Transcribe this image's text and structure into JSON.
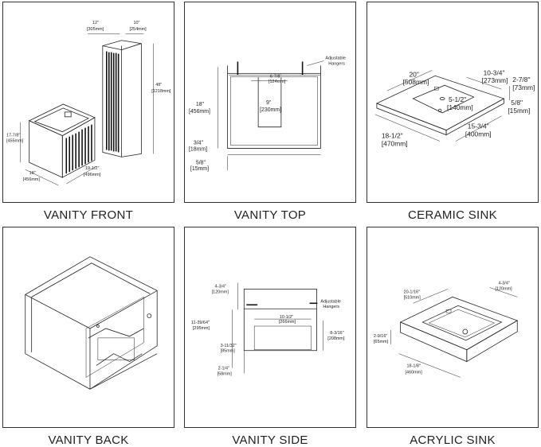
{
  "panels": {
    "vanity_front": {
      "caption": "VANITY FRONT",
      "dims": {
        "cab_width_in": "12\"",
        "cab_width_mm": "[305mm]",
        "cab_depth_in": "10\"",
        "cab_depth_mm": "[254mm]",
        "cab_height_in": "48\"",
        "cab_height_mm": "[1218mm]",
        "van_height_in": "17-7/8\"",
        "van_height_mm": "[455mm]",
        "van_width_in": "18\"",
        "van_width_mm": "[456mm]",
        "van_depth_in": "19-1/2\"",
        "van_depth_mm": "[496mm]"
      }
    },
    "vanity_top": {
      "caption": "VANITY TOP",
      "hangers_line1": "Adjustable",
      "hangers_line2": "Hangers",
      "dims": {
        "inner_in": "6-7/8\"",
        "inner_mm": "[124mm]",
        "notch_in": "9\"",
        "notch_mm": "[230mm]",
        "height_in": "18\"",
        "height_mm": "[456mm]",
        "base_in": "3/4\"",
        "base_mm": "[18mm]",
        "foot_in": "5/8\"",
        "foot_mm": "[15mm]"
      }
    },
    "ceramic_sink": {
      "caption": "CERAMIC SINK",
      "dims": {
        "width_in": "20\"",
        "width_mm": "[508mm]",
        "bowl_w_in": "10-3/4\"",
        "bowl_w_mm": "[273mm]",
        "height_in": "2-7/8\"",
        "height_mm": "[73mm]",
        "bowl_d_in": "5-1/2\"",
        "bowl_d_mm": "[140mm]",
        "rim_in": "5/8\"",
        "rim_mm": "[15mm]",
        "bowl_l_in": "15-3/4\"",
        "bowl_l_mm": "[400mm]",
        "depth_in": "18-1/2\"",
        "depth_mm": "[470mm]"
      }
    },
    "vanity_back": {
      "caption": "VANITY BACK"
    },
    "vanity_side": {
      "caption": "VANITY SIDE",
      "hangers_line1": "Adjustable",
      "hangers_line2": "Hangers",
      "dims": {
        "top_in": "4-3/4\"",
        "top_mm": "[120mm]",
        "height_in": "11-39/64\"",
        "height_mm": "[295mm]",
        "inner_in": "10-1/2\"",
        "inner_mm": "[266mm]",
        "drawer_in": "8-3/16\"",
        "drawer_mm": "[208mm]",
        "low_in": "3-11/32\"",
        "low_mm": "[85mm]",
        "foot_in": "2-1/4\"",
        "foot_mm": "[58mm]"
      }
    },
    "acrylic_sink": {
      "caption": "ACRYLIC SINK",
      "dims": {
        "width_in": "20-1/16\"",
        "width_mm": "[510mm]",
        "bowl_in": "4-3/4\"",
        "bowl_mm": "[120mm]",
        "height_in": "2-9/16\"",
        "height_mm": "[65mm]",
        "depth_in": "18-1/8\"",
        "depth_mm": "[460mm]"
      }
    }
  }
}
